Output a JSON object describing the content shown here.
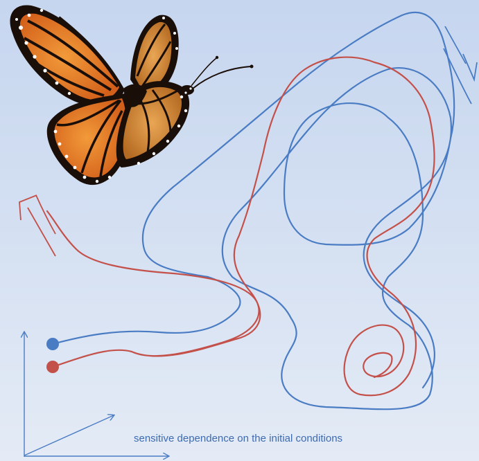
{
  "caption": "sensitive dependence on the initial conditions",
  "colors": {
    "background_top": "#c6d6ef",
    "background_bottom": "#e4ebf6",
    "trajectory_a": "#4a7cc4",
    "trajectory_b": "#c4504a",
    "axes": "#4a7cc4",
    "caption": "#3d6bb0",
    "wing_orange": "#e0731e",
    "wing_black": "#1a0e08"
  },
  "icons": {
    "butterfly": "monarch-butterfly-image",
    "start_a": "blue-dot",
    "start_b": "red-dot"
  }
}
